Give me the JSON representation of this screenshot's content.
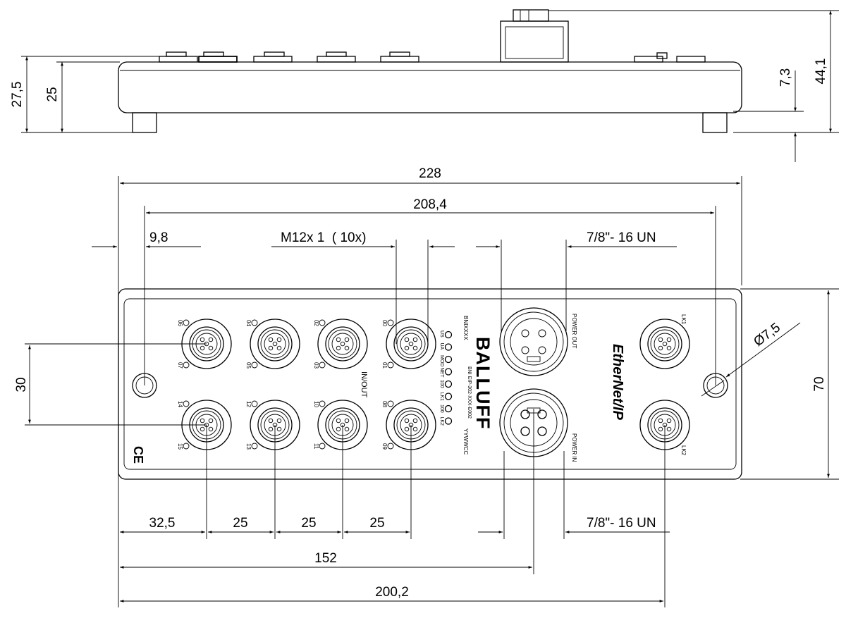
{
  "dimensions": {
    "side_height_total": "27,5",
    "side_height_body": "25",
    "side_height_overall": "44,1",
    "side_foot": "7,3",
    "width_total": "228",
    "hole_spacing": "208,4",
    "hole_offset": "9,8",
    "m12_label": "M12x 1  ( 10x)",
    "power_top_label": "7/8\"- 16 UN",
    "row_spacing": "30",
    "height_total": "70",
    "hole_diameter": "Ø7,5",
    "first_port_offset": "32,5",
    "port_pitch_1": "25",
    "port_pitch_2": "25",
    "port_pitch_3": "25",
    "power_bottom_label": "7/8\"- 16 UN",
    "power_center": "152",
    "lk_center": "200,2"
  },
  "ports_top": [
    {
      "a": "06",
      "b": "07"
    },
    {
      "a": "04",
      "b": "05"
    },
    {
      "a": "02",
      "b": "03"
    },
    {
      "a": "00",
      "b": "01"
    }
  ],
  "ports_bottom": [
    {
      "a": "14",
      "b": "15"
    },
    {
      "a": "12",
      "b": "13"
    },
    {
      "a": "10",
      "b": "11"
    },
    {
      "a": "08",
      "b": "09"
    }
  ],
  "in_out": "IN/OUT",
  "leds": [
    "US",
    "UA",
    "MOD",
    "NET",
    "100",
    "LK1",
    "100",
    "LK2"
  ],
  "model_top": "BNIXXXX",
  "brand": "BALLUFF",
  "model": "BNI EIP-302-XXX-E002",
  "date_code": "YYWWCC",
  "power_out": "POWER OUT",
  "power_in": "POWER IN",
  "lk1": "LK1",
  "lk2": "LK2",
  "ethernet": "EtherNet/IP",
  "ce_mark": "CE"
}
